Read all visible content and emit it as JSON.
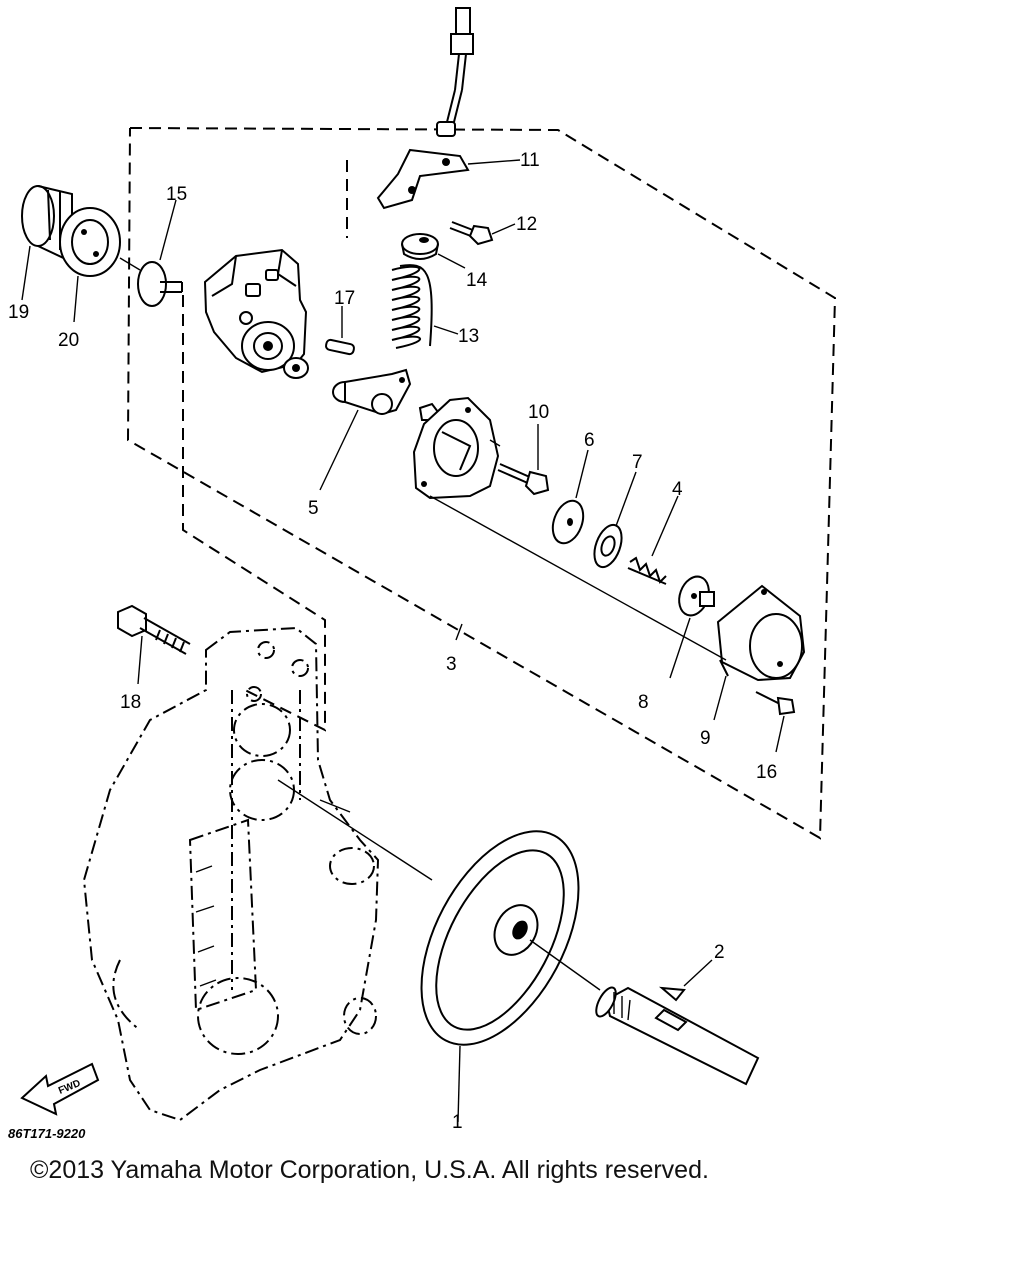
{
  "diagram": {
    "part_code": "86T171-9220",
    "fwd_label": "FWD",
    "copyright": "©2013 Yamaha Motor Corporation, U.S.A. All rights reserved.",
    "callouts": {
      "c1": "1",
      "c2": "2",
      "c3": "3",
      "c4": "4",
      "c5": "5",
      "c6": "6",
      "c7": "7",
      "c8": "8",
      "c9": "9",
      "c10": "10",
      "c11": "11",
      "c12": "12",
      "c13": "13",
      "c14": "14",
      "c15": "15",
      "c16": "16",
      "c17": "17",
      "c18": "18",
      "c19": "19",
      "c20": "20"
    }
  }
}
